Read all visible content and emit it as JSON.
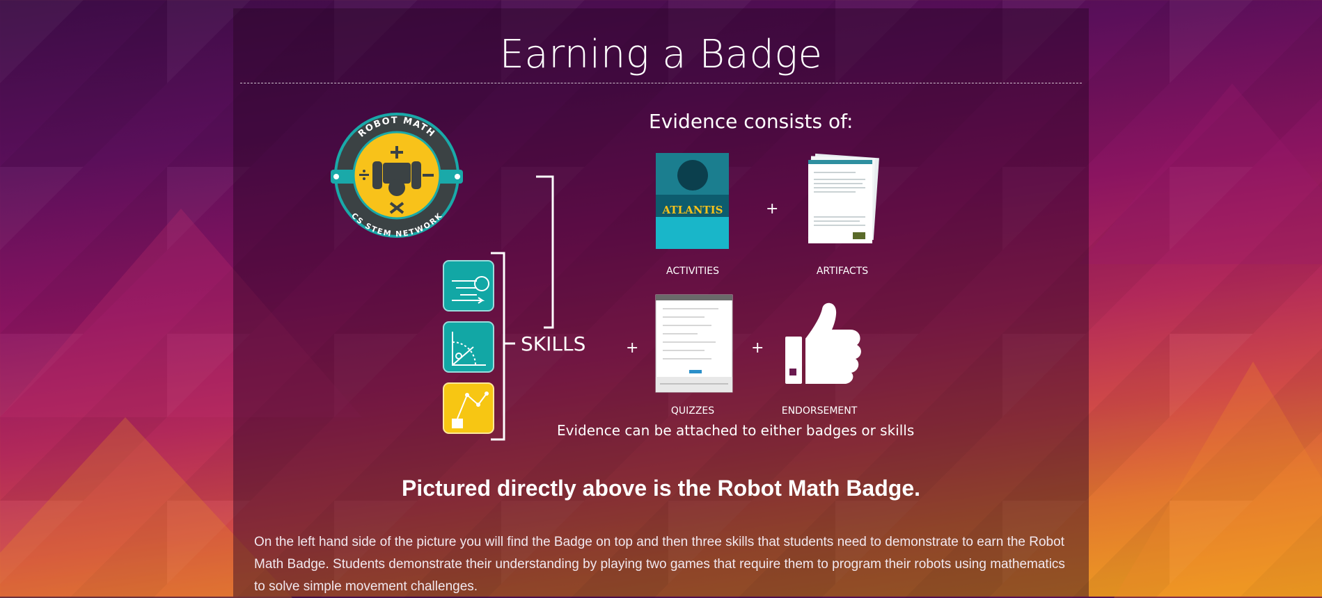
{
  "page": {
    "title": "Earning a Badge",
    "heading": "Pictured directly above is the Robot Math Badge.",
    "paragraph": "On the left hand side of the picture you will find the Badge on top and then three skills that students need to demonstrate to earn the Robot Math Badge. Students demonstrate their understanding by playing two games that require them to program their robots using mathematics to solve simple movement challenges."
  },
  "infographic": {
    "badge_top_text": "ROBOT MATH",
    "badge_bottom_text": "CS STEM NETWORK",
    "evidence_title": "Evidence consists of:",
    "skills_label": "SKILLS",
    "activities_label": "ACTIVITIES",
    "artifacts_label": "ARTIFACTS",
    "quizzes_label": "QUIZZES",
    "endorsement_label": "ENDORSEMENT",
    "atlantis_label": "ATLANTIS",
    "plus": "+",
    "footer": "Evidence can be attached to either badges or skills"
  },
  "colors": {
    "badge_yellow": "#f8c21a",
    "badge_ring": "#3b4244",
    "badge_teal": "#1aa9a9",
    "skill_teal": "#12a7a5",
    "skill_yellow": "#f7c613"
  }
}
